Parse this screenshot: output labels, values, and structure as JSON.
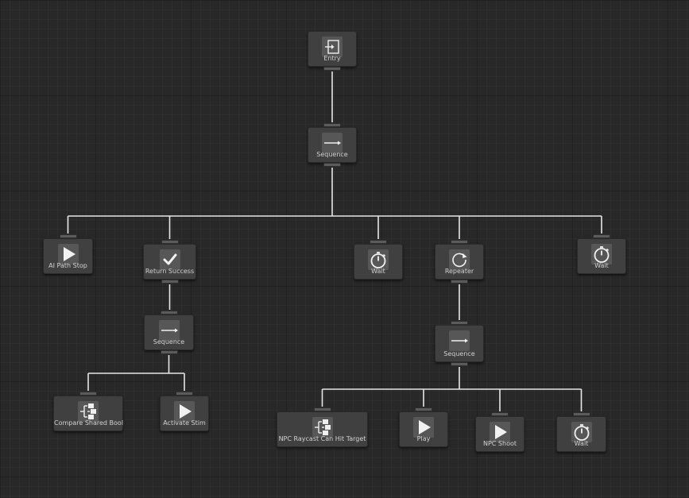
{
  "graph": {
    "nodes": [
      {
        "id": "entry",
        "label": "Entry",
        "icon": "entry-icon"
      },
      {
        "id": "seq-root",
        "label": "Sequence",
        "icon": "sequence-arrow-icon"
      },
      {
        "id": "ai-path-stop",
        "label": "AI Path Stop",
        "icon": "play-icon"
      },
      {
        "id": "return-success",
        "label": "Return Success",
        "icon": "checkmark-icon"
      },
      {
        "id": "wait-1",
        "label": "Wait",
        "icon": "stopwatch-icon"
      },
      {
        "id": "repeater",
        "label": "Repeater",
        "icon": "repeat-icon"
      },
      {
        "id": "wait-2",
        "label": "Wait",
        "icon": "stopwatch-icon"
      },
      {
        "id": "seq-left",
        "label": "Sequence",
        "icon": "sequence-arrow-icon"
      },
      {
        "id": "seq-right",
        "label": "Sequence",
        "icon": "sequence-arrow-icon"
      },
      {
        "id": "compare-shared-bool",
        "label": "Compare Shared Bool",
        "icon": "conditional-icon"
      },
      {
        "id": "activate-stim",
        "label": "Activate Stim",
        "icon": "play-icon"
      },
      {
        "id": "npc-raycast",
        "label": "NPC Raycast Can Hit Target",
        "icon": "conditional-icon"
      },
      {
        "id": "play",
        "label": "Play",
        "icon": "play-icon"
      },
      {
        "id": "npc-shoot",
        "label": "NPC Shoot",
        "icon": "play-icon"
      },
      {
        "id": "wait-3",
        "label": "Wait",
        "icon": "stopwatch-icon"
      }
    ],
    "edges": [
      [
        "entry",
        "seq-root"
      ],
      [
        "seq-root",
        "ai-path-stop"
      ],
      [
        "seq-root",
        "return-success"
      ],
      [
        "seq-root",
        "wait-1"
      ],
      [
        "seq-root",
        "repeater"
      ],
      [
        "seq-root",
        "wait-2"
      ],
      [
        "return-success",
        "seq-left"
      ],
      [
        "seq-left",
        "compare-shared-bool"
      ],
      [
        "seq-left",
        "activate-stim"
      ],
      [
        "repeater",
        "seq-right"
      ],
      [
        "seq-right",
        "npc-raycast"
      ],
      [
        "seq-right",
        "play"
      ],
      [
        "seq-right",
        "npc-shoot"
      ],
      [
        "seq-right",
        "wait-3"
      ]
    ]
  },
  "colors": {
    "background": "#282828",
    "node": "#404040",
    "icon_box": "#575757",
    "edge": "#e6e6e6",
    "label": "#d2d2d2"
  }
}
